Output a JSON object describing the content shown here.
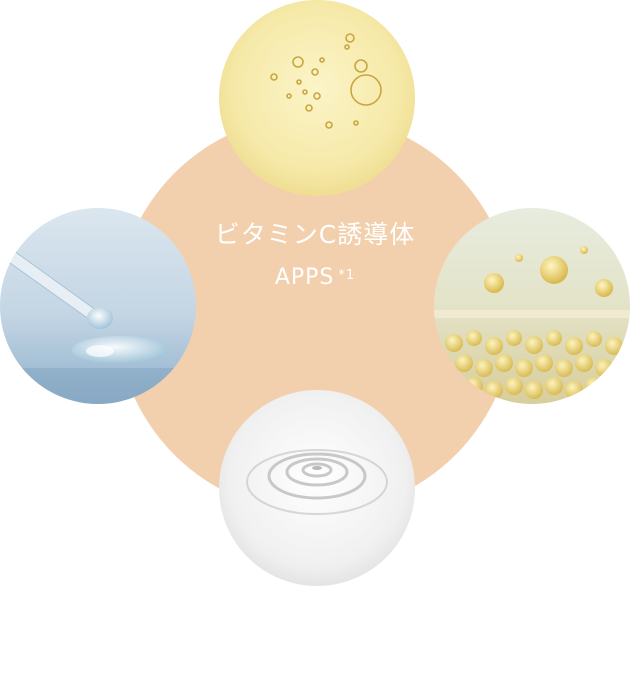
{
  "center": {
    "title": "ビタミンC誘導体",
    "subtitle": "APPS",
    "note": "*1"
  },
  "colors": {
    "center_fill": "#f2d0ad",
    "center_text": "#ffffff"
  },
  "images": {
    "top": "oil-droplets-image",
    "left": "dropper-serum-image",
    "right": "gel-bubbles-image",
    "bottom": "water-ripple-image"
  }
}
